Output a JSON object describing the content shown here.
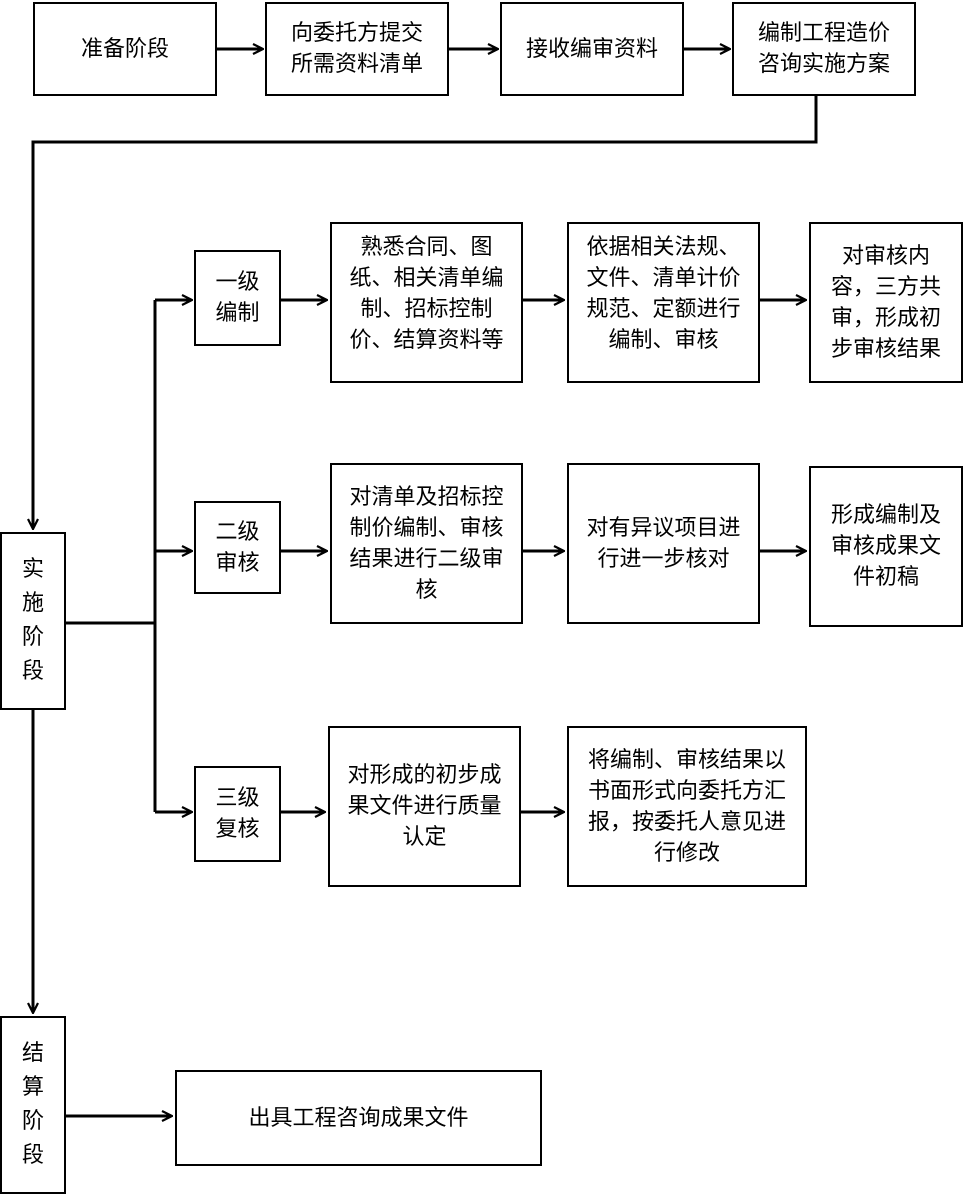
{
  "prep": {
    "stage": "准备阶段",
    "submit_list": "向委托方提交所需资料清单",
    "receive": "接收编审资料",
    "plan": "编制工程造价咨询实施方案"
  },
  "impl": {
    "stage": "实施阶段",
    "level1": {
      "label": "一级编制",
      "step1": "熟悉合同、图纸、相关清单编制、招标控制价、结算资料等",
      "step2": "依据相关法规、文件、清单计价规范、定额进行编制、审核",
      "step3": "对审核内容，三方共审，形成初步审核结果"
    },
    "level2": {
      "label": "二级审核",
      "step1": "对清单及招标控制价编制、审核结果进行二级审核",
      "step2": "对有异议项目进行进一步核对",
      "step3": "形成编制及审核成果文件初稿"
    },
    "level3": {
      "label": "三级复核",
      "step1": "对形成的初步成果文件进行质量认定",
      "step2": "将编制、审核结果以书面形式向委托方汇报，按委托人意见进行修改"
    }
  },
  "settle": {
    "stage": "结算阶段",
    "output": "出具工程咨询成果文件"
  }
}
